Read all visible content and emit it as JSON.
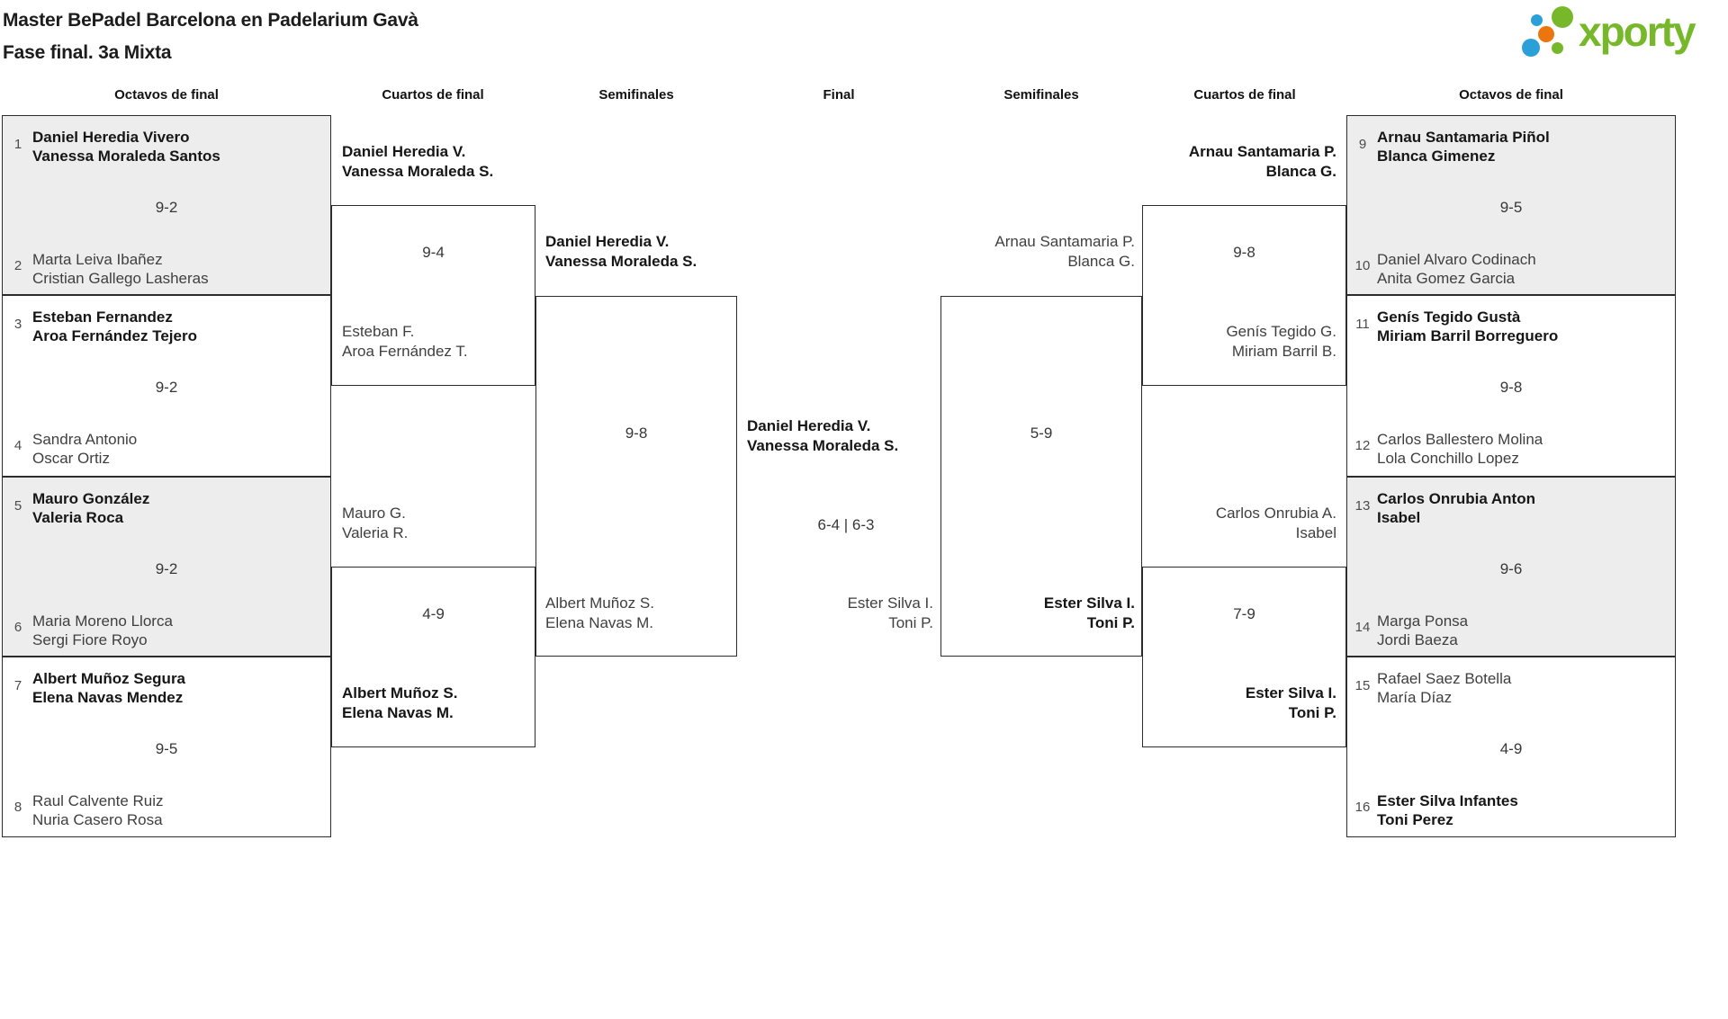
{
  "header": {
    "title": "Master BePadel Barcelona en Padelarium Gavà",
    "subtitle": "Fase final. 3a Mixta",
    "logo_text": "xporty",
    "logo_colors": {
      "green": "#76b82a",
      "blue": "#2b9fd8",
      "orange": "#ec750e"
    }
  },
  "round_headers": [
    {
      "label": "Octavos de final"
    },
    {
      "label": "Cuartos de final"
    },
    {
      "label": "Semifinales"
    },
    {
      "label": "Final"
    },
    {
      "label": "Semifinales"
    },
    {
      "label": "Cuartos de final"
    },
    {
      "label": "Octavos de final"
    }
  ],
  "colors": {
    "shaded_box": "#ededed",
    "box_border": "#2c2c2c",
    "winner_text": "#161616",
    "regular_text": "#3f3f3f"
  },
  "bracket": {
    "octavos_left": [
      {
        "shaded": true,
        "top": {
          "seed": "1",
          "names": [
            "Daniel Heredia Vivero",
            "Vanessa Moraleda Santos"
          ],
          "winner": true
        },
        "score": "9-2",
        "bottom": {
          "seed": "2",
          "names": [
            "Marta Leiva Ibañez",
            "Cristian Gallego Lasheras"
          ],
          "winner": false
        }
      },
      {
        "shaded": false,
        "top": {
          "seed": "3",
          "names": [
            "Esteban Fernandez",
            "Aroa Fernández Tejero"
          ],
          "winner": true
        },
        "score": "9-2",
        "bottom": {
          "seed": "4",
          "names": [
            "Sandra Antonio",
            "Oscar Ortiz"
          ],
          "winner": false
        }
      },
      {
        "shaded": true,
        "top": {
          "seed": "5",
          "names": [
            "Mauro González",
            "Valeria Roca"
          ],
          "winner": true
        },
        "score": "9-2",
        "bottom": {
          "seed": "6",
          "names": [
            "Maria Moreno Llorca",
            "Sergi Fiore Royo"
          ],
          "winner": false
        }
      },
      {
        "shaded": false,
        "top": {
          "seed": "7",
          "names": [
            "Albert Muñoz Segura",
            "Elena Navas Mendez"
          ],
          "winner": true
        },
        "score": "9-5",
        "bottom": {
          "seed": "8",
          "names": [
            "Raul Calvente Ruiz",
            "Nuria Casero Rosa"
          ],
          "winner": false
        }
      }
    ],
    "cuartos_left": [
      {
        "top": {
          "names": [
            "Daniel Heredia V.",
            "Vanessa Moraleda S."
          ],
          "winner": true
        },
        "score": "9-4",
        "bottom": {
          "names": [
            "Esteban F.",
            "Aroa Fernández T."
          ],
          "winner": false
        }
      },
      {
        "top": {
          "names": [
            "Mauro G.",
            "Valeria R."
          ],
          "winner": false
        },
        "score": "4-9",
        "bottom": {
          "names": [
            "Albert Muñoz S.",
            "Elena Navas M."
          ],
          "winner": true
        }
      }
    ],
    "semis_left": {
      "top": {
        "names": [
          "Daniel Heredia V.",
          "Vanessa Moraleda S."
        ],
        "winner": true
      },
      "score": "9-8",
      "bottom": {
        "names": [
          "Albert Muñoz S.",
          "Elena Navas M."
        ],
        "winner": false
      }
    },
    "final": {
      "top": {
        "names": [
          "Daniel Heredia V.",
          "Vanessa Moraleda S."
        ],
        "winner": true
      },
      "score": "6-4 | 6-3",
      "bottom": {
        "names": [
          "Ester Silva I.",
          "Toni P."
        ],
        "winner": false
      }
    },
    "semis_right": {
      "top": {
        "names": [
          "Arnau Santamaria P.",
          "Blanca G."
        ],
        "winner": false
      },
      "score": "5-9",
      "bottom": {
        "names": [
          "Ester Silva I.",
          "Toni P."
        ],
        "winner": true
      }
    },
    "cuartos_right": [
      {
        "top": {
          "names": [
            "Arnau Santamaria P.",
            "Blanca G."
          ],
          "winner": true
        },
        "score": "9-8",
        "bottom": {
          "names": [
            "Genís Tegido G.",
            "Miriam Barril B."
          ],
          "winner": false
        }
      },
      {
        "top": {
          "names": [
            "Carlos Onrubia A.",
            "Isabel"
          ],
          "winner": false
        },
        "score": "7-9",
        "bottom": {
          "names": [
            "Ester Silva I.",
            "Toni P."
          ],
          "winner": true
        }
      }
    ],
    "octavos_right": [
      {
        "shaded": true,
        "top": {
          "seed": "9",
          "names": [
            "Arnau Santamaria Piñol",
            "Blanca Gimenez"
          ],
          "winner": true
        },
        "score": "9-5",
        "bottom": {
          "seed": "10",
          "names": [
            "Daniel Alvaro Codinach",
            "Anita Gomez Garcia"
          ],
          "winner": false
        }
      },
      {
        "shaded": false,
        "top": {
          "seed": "11",
          "names": [
            "Genís Tegido Gustà",
            "Miriam Barril Borreguero"
          ],
          "winner": true
        },
        "score": "9-8",
        "bottom": {
          "seed": "12",
          "names": [
            "Carlos Ballestero Molina",
            "Lola Conchillo Lopez"
          ],
          "winner": false
        }
      },
      {
        "shaded": true,
        "top": {
          "seed": "13",
          "names": [
            "Carlos Onrubia Anton",
            "Isabel"
          ],
          "winner": true
        },
        "score": "9-6",
        "bottom": {
          "seed": "14",
          "names": [
            "Marga Ponsa",
            "Jordi Baeza"
          ],
          "winner": false
        }
      },
      {
        "shaded": false,
        "top": {
          "seed": "15",
          "names": [
            "Rafael Saez Botella",
            "María Díaz"
          ],
          "winner": false
        },
        "score": "4-9",
        "bottom": {
          "seed": "16",
          "names": [
            "Ester Silva Infantes",
            "Toni Perez"
          ],
          "winner": true
        }
      }
    ]
  }
}
